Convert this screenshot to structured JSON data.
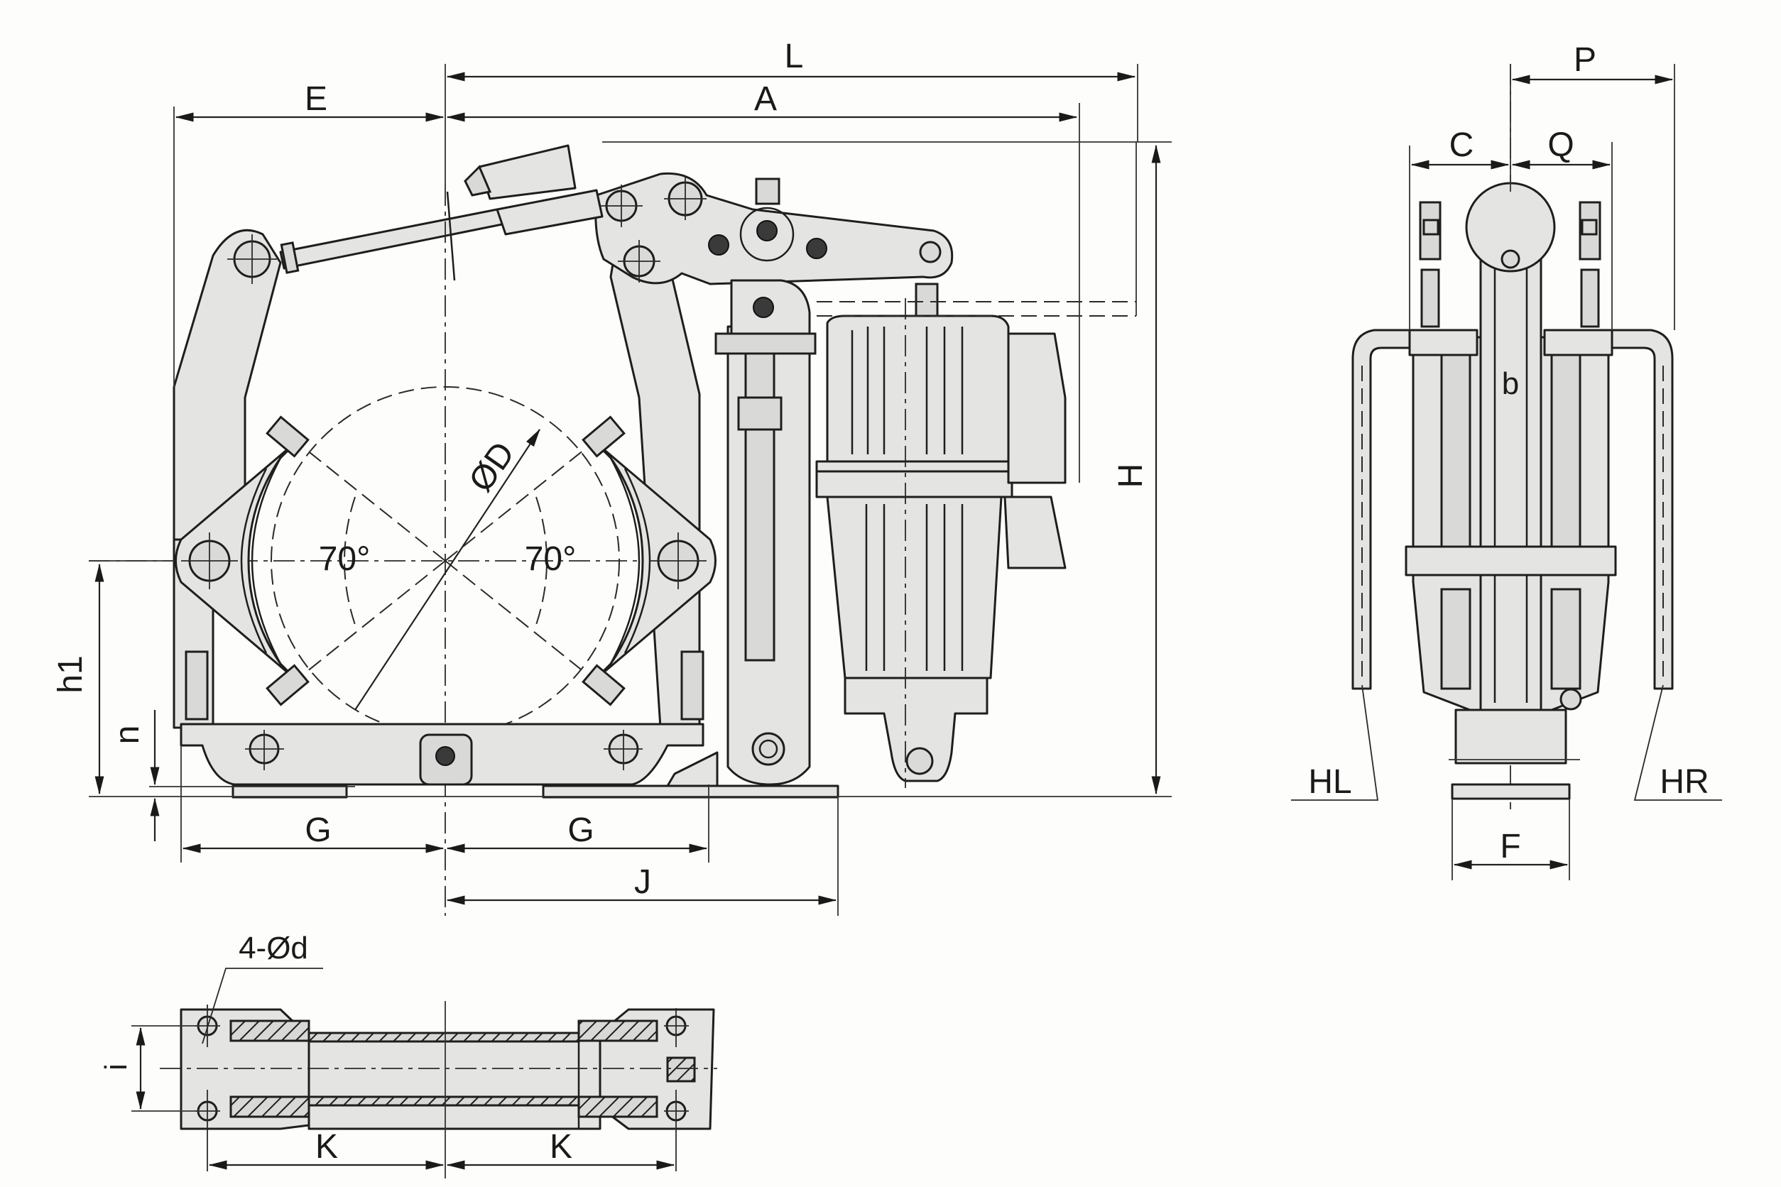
{
  "drawing": {
    "subject": "Electro-hydraulic drum brake dimension drawing",
    "views": [
      "front-view",
      "side-view",
      "base-plan-view"
    ]
  },
  "front_view": {
    "dimensions": {
      "L": "L",
      "A": "A",
      "E": "E",
      "H": "H",
      "h1": "h1",
      "n": "n",
      "G_left": "G",
      "G_right": "G",
      "J": "J",
      "D": "ØD"
    },
    "angles": {
      "left": "70°",
      "right": "70°"
    }
  },
  "side_view": {
    "dimensions": {
      "P": "P",
      "C": "C",
      "Q": "Q",
      "b": "b",
      "F": "F",
      "HL": "HL",
      "HR": "HR"
    }
  },
  "base_view": {
    "dimensions": {
      "holes": "4-Ød",
      "i": "i",
      "K_left": "K",
      "K_right": "K"
    }
  }
}
